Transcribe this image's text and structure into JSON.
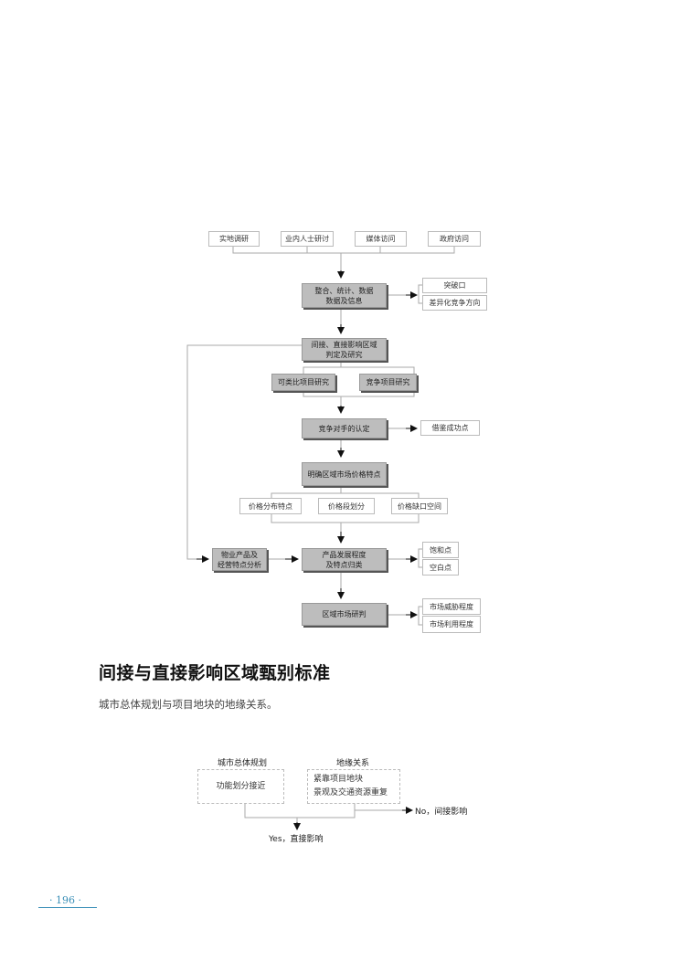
{
  "flowchart": {
    "sources": [
      "实地调研",
      "业内人士研讨",
      "媒体访问",
      "政府访问"
    ],
    "integrate": [
      "整合、统计、数据",
      "数据及信息"
    ],
    "integrate_outputs": [
      "突破口",
      "差异化竞争方向"
    ],
    "zone": [
      "间接、直接影响区域",
      "判定及研究"
    ],
    "zone_branches": [
      "可类比项目研究",
      "竞争项目研究"
    ],
    "competitor": "竞争对手的认定",
    "competitor_output": "借鉴成功点",
    "price": "明确区域市场价格特点",
    "price_branches": [
      "价格分布特点",
      "价格段划分",
      "价格缺口空间"
    ],
    "property": [
      "物业产品及",
      "经营特点分析"
    ],
    "product": [
      "产品发展程度",
      "及特点归类"
    ],
    "product_outputs": [
      "饱和点",
      "空白点"
    ],
    "judge": "区域市场研判",
    "judge_outputs": [
      "市场威胁程度",
      "市场利用程度"
    ]
  },
  "section": {
    "heading": "间接与直接影响区域甄别标准",
    "paragraph": "城市总体规划与项目地块的地缘关系。"
  },
  "criteria": {
    "col1_label": "城市总体规划",
    "col1_items": [
      "功能划分接近"
    ],
    "col2_label": "地缘关系",
    "col2_items": [
      "紧靠项目地块",
      "景观及交通资源重复"
    ],
    "yes": "Yes，直接影响",
    "no": "No，间接影响"
  },
  "page_number": "· 196 ·"
}
